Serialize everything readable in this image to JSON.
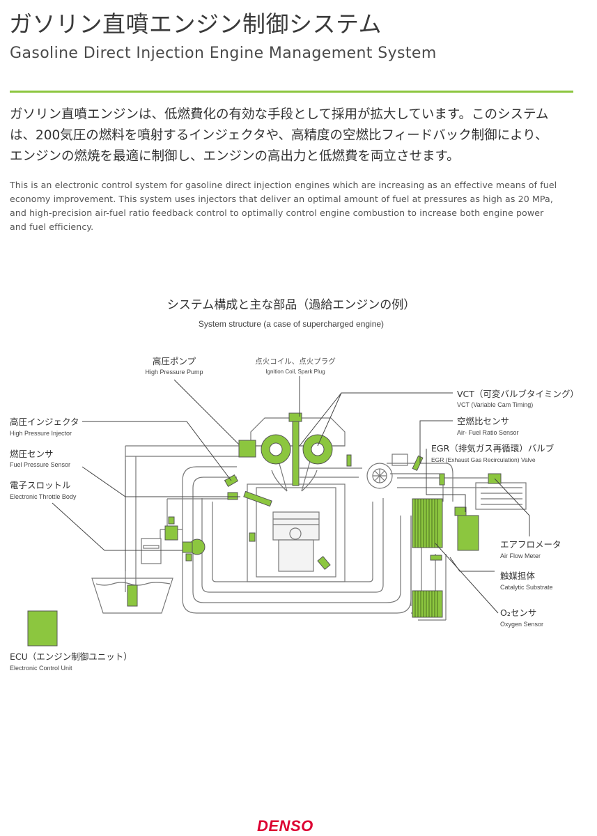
{
  "header": {
    "title_jp": "ガソリン直噴エンジン制御システム",
    "title_en": "Gasoline Direct Injection Engine Management System"
  },
  "intro": {
    "jp_lines": [
      "ガソリン直噴エンジンは、低燃費化の有効な手段として採用が拡大しています。このシステム",
      "は、200気圧の燃料を噴射するインジェクタや、高精度の空燃比フィードバック制御により、",
      "エンジンの燃焼を最適に制御し、エンジンの高出力と低燃費を両立させます。"
    ],
    "en_lines": [
      "This is an electronic control system for gasoline direct injection engines which are increasing as an effective means of fuel",
      "economy improvement. This system uses injectors that deliver an optimal amount of fuel at pressures as high as 20 MPa,",
      "and high-precision air-fuel ratio feedback control to optimally control engine combustion to increase both engine power",
      "and fuel efficiency."
    ]
  },
  "diagram": {
    "title_jp": "システム構成と主な部品（過給エンジンの例）",
    "title_en": "System structure (a case of supercharged engine)",
    "labels": {
      "high_pressure_pump": {
        "jp": "高圧ポンプ",
        "en": "High Pressure Pump"
      },
      "ignition": {
        "jp": "点火コイル、点火プラグ",
        "en": "Ignition Coil, Spark Plug"
      },
      "vct": {
        "jp": "VCT（可変バルブタイミング）",
        "en": "VCT (Variable Cam Timing)"
      },
      "af_sensor": {
        "jp": "空燃比センサ",
        "en": "Air- Fuel Ratio Sensor"
      },
      "egr": {
        "jp": "EGR（排気ガス再循環）バルブ",
        "en": "EGR (Exhaust Gas Recirculation) Valve"
      },
      "injector": {
        "jp": "高圧インジェクタ",
        "en": "High Pressure Injector"
      },
      "fuel_pressure": {
        "jp": "燃圧センサ",
        "en": "Fuel Pressure Sensor"
      },
      "throttle": {
        "jp": "電子スロットル",
        "en": "Electronic Throttle Body"
      },
      "air_flow": {
        "jp": "エアフロメータ",
        "en": "Air Flow Meter"
      },
      "catalyst": {
        "jp": "触媒担体",
        "en": "Catalytic Substrate"
      },
      "o2": {
        "jp": "O₂センサ",
        "en": "Oxygen Sensor"
      },
      "ecu": {
        "jp": "ECU（エンジン制御ユニット）",
        "en": "Electronic Control Unit"
      }
    }
  },
  "footer": {
    "logo": "DENSO"
  },
  "colors": {
    "accent": "#8cc63f",
    "brand": "#dc0032",
    "line": "#555555",
    "pipe": "#777777"
  }
}
